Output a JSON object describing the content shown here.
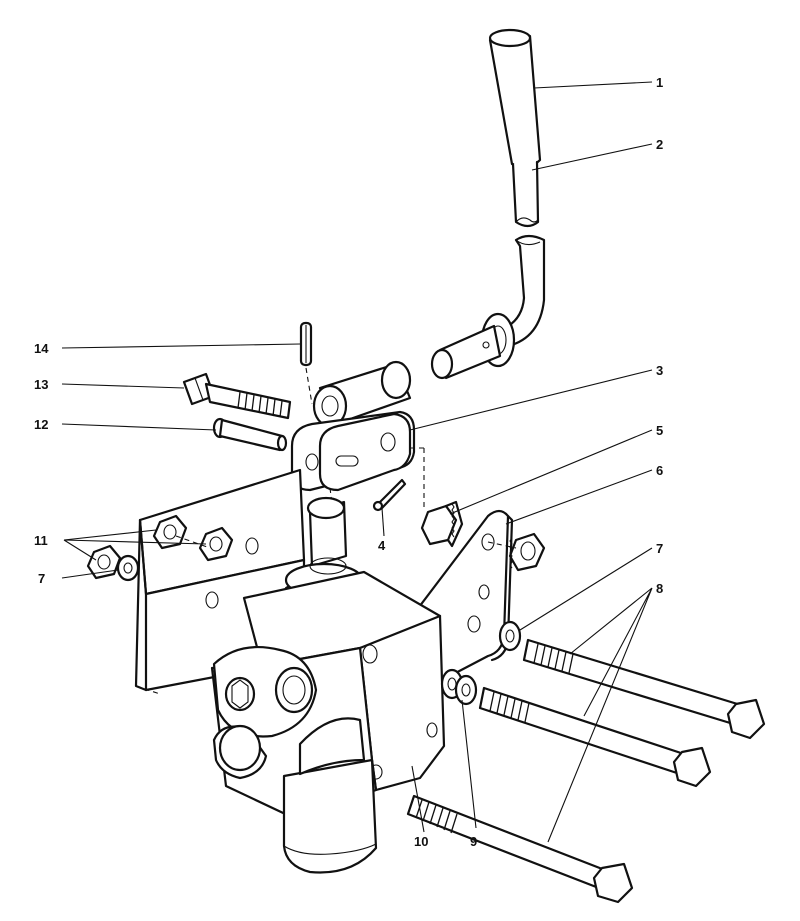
{
  "diagram": {
    "callouts": [
      {
        "id": "c1",
        "label": "1"
      },
      {
        "id": "c2",
        "label": "2"
      },
      {
        "id": "c3",
        "label": "3"
      },
      {
        "id": "c4",
        "label": "4"
      },
      {
        "id": "c5",
        "label": "5"
      },
      {
        "id": "c6",
        "label": "6"
      },
      {
        "id": "c7r",
        "label": "7"
      },
      {
        "id": "c8",
        "label": "8"
      },
      {
        "id": "c9",
        "label": "9"
      },
      {
        "id": "c10",
        "label": "10"
      },
      {
        "id": "c11",
        "label": "11"
      },
      {
        "id": "c7l",
        "label": "7"
      },
      {
        "id": "c12",
        "label": "12"
      },
      {
        "id": "c13",
        "label": "13"
      },
      {
        "id": "c14",
        "label": "14"
      }
    ]
  }
}
